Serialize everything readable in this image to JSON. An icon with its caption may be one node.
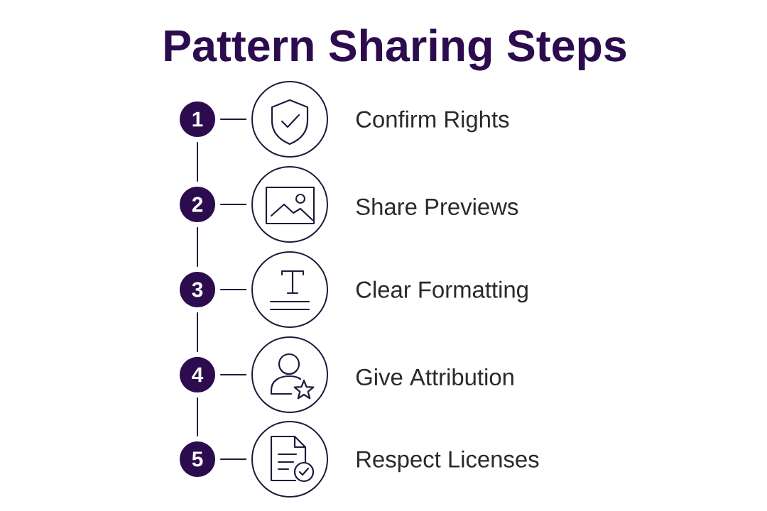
{
  "diagram": {
    "title": "Pattern Sharing Steps",
    "nodes": [
      {
        "text": [
          "1"
        ]
      },
      {
        "text": [],
        "shape": "circle",
        "beside": [
          "Confirm Rights"
        ]
      },
      {
        "text": [
          "2"
        ]
      },
      {
        "text": [],
        "shape": "circle",
        "beside": [
          "Share Previews"
        ]
      },
      {
        "text": [
          "3"
        ]
      },
      {
        "text": [],
        "shape": "circle",
        "beside": [
          "Clear Formatting"
        ]
      },
      {
        "text": [
          "4"
        ]
      },
      {
        "text": [],
        "shape": "circle",
        "beside": [
          "Give Attribution"
        ]
      },
      {
        "text": [
          "5"
        ]
      },
      {
        "text": [],
        "shape": "circle",
        "beside": [
          "Respect Licenses"
        ]
      }
    ],
    "edges": [
      {
        "from": 0,
        "to": 1,
        "arrow": "none"
      },
      {
        "from": 0,
        "to": 2,
        "arrow": "none"
      },
      {
        "from": 2,
        "to": 3,
        "arrow": "none"
      },
      {
        "from": 2,
        "to": 4,
        "arrow": "none"
      },
      {
        "from": 4,
        "to": 5,
        "arrow": "none"
      },
      {
        "from": 4,
        "to": 6,
        "arrow": "none"
      },
      {
        "from": 6,
        "to": 7,
        "arrow": "none"
      },
      {
        "from": 6,
        "to": 8,
        "arrow": "none"
      },
      {
        "from": 8,
        "to": 9,
        "arrow": "none"
      }
    ]
  }
}
